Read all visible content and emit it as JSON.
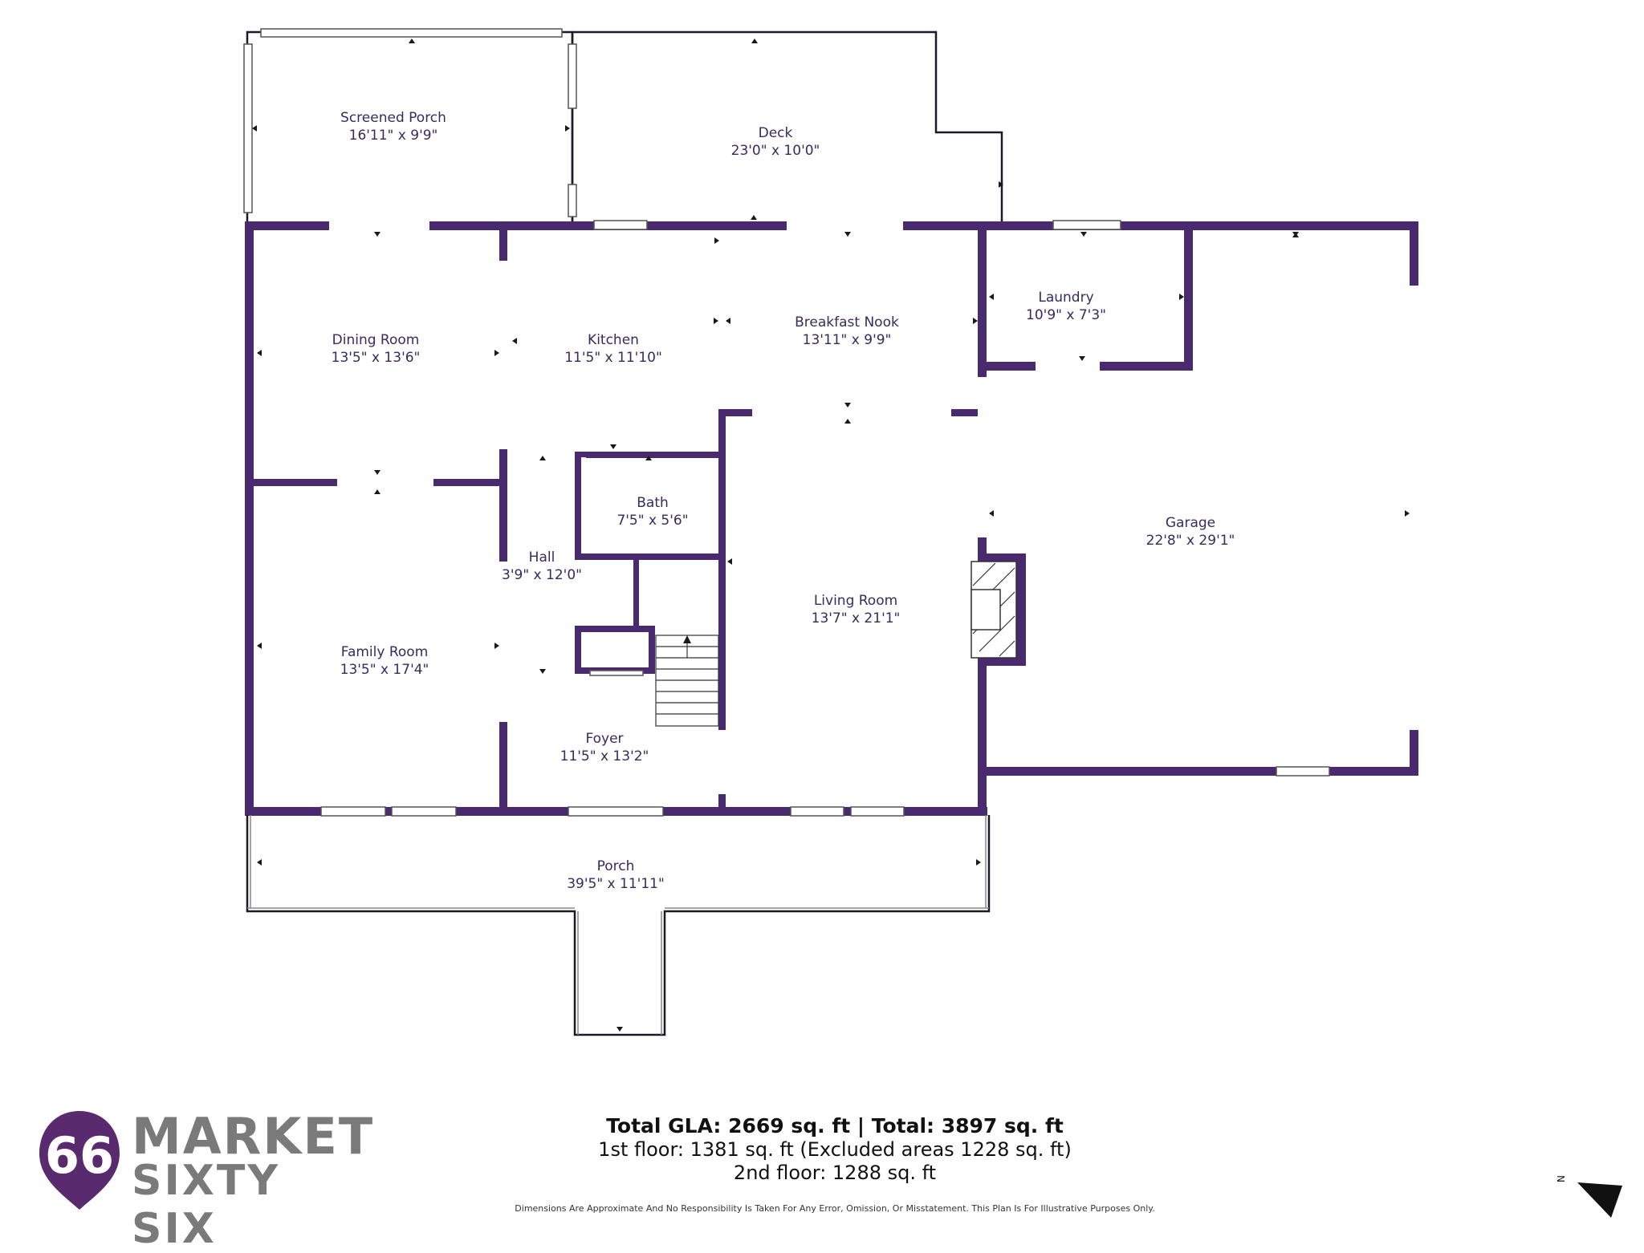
{
  "rooms": {
    "screened_porch": {
      "name": "Screened Porch",
      "dim": "16'11\" x 9'9\""
    },
    "deck": {
      "name": "Deck",
      "dim": "23'0\" x 10'0\""
    },
    "dining_room": {
      "name": "Dining Room",
      "dim": "13'5\" x 13'6\""
    },
    "kitchen": {
      "name": "Kitchen",
      "dim": "11'5\" x 11'10\""
    },
    "breakfast_nook": {
      "name": "Breakfast Nook",
      "dim": "13'11\" x 9'9\""
    },
    "laundry": {
      "name": "Laundry",
      "dim": "10'9\" x 7'3\""
    },
    "garage": {
      "name": "Garage",
      "dim": "22'8\" x 29'1\""
    },
    "bath": {
      "name": "Bath",
      "dim": "7'5\" x 5'6\""
    },
    "hall": {
      "name": "Hall",
      "dim": "3'9\" x 12'0\""
    },
    "living_room": {
      "name": "Living Room",
      "dim": "13'7\" x 21'1\""
    },
    "family_room": {
      "name": "Family Room",
      "dim": "13'5\" x 17'4\""
    },
    "foyer": {
      "name": "Foyer",
      "dim": "11'5\" x 13'2\""
    },
    "porch": {
      "name": "Porch",
      "dim": "39'5\" x 11'11\""
    }
  },
  "summary": {
    "total": "Total GLA: 2669 sq. ft | Total: 3897 sq. ft",
    "first_floor": "1st floor: 1381 sq. ft (Excluded areas 1228 sq. ft)",
    "second_floor": "2nd floor: 1288 sq. ft"
  },
  "disclaimer": "Dimensions Are Approximate And No Responsibility Is Taken For Any Error, Omission, Or Misstatement. This Plan Is For Illustrative Purposes Only.",
  "brand": {
    "line1": "MARKET",
    "line2": "SIXTY SIX",
    "mark": "66"
  },
  "compass": {
    "label": "N"
  },
  "colors": {
    "wall": "#4a2a6e",
    "logo": "#5a2a6e",
    "brand_text": "#7a7a7a"
  }
}
